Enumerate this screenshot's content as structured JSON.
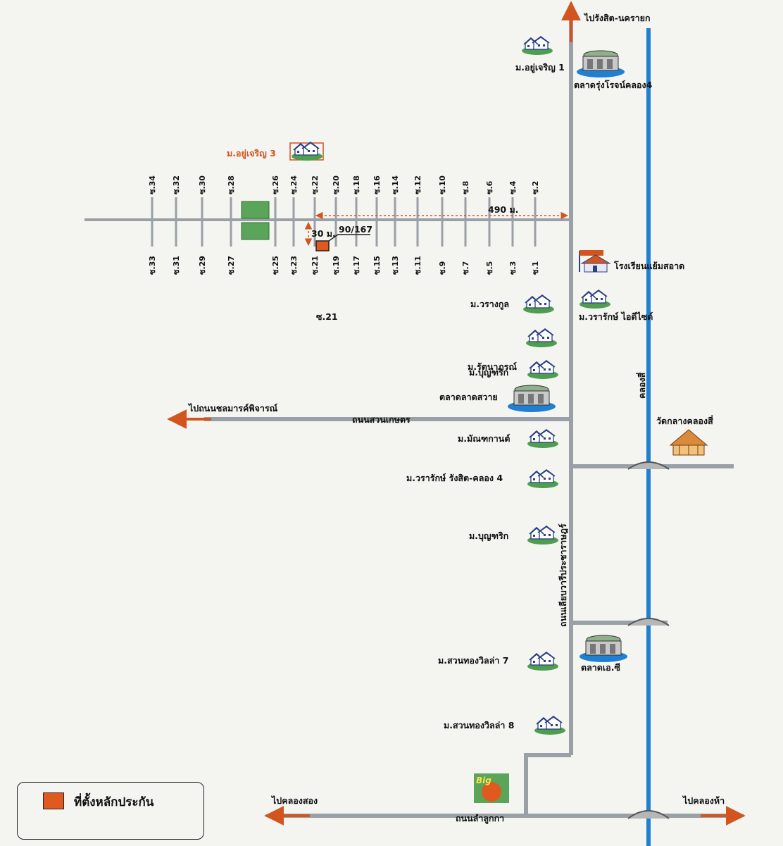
{
  "colors": {
    "road": "#9aa0a6",
    "canal": "#1f7fd1",
    "arrow": "#d2551f",
    "plot": "#e05a1f",
    "green": "#5aa55a",
    "dim": "#d2551f"
  },
  "directions": {
    "north": "ไปรังสิต-นครายก",
    "west": "ไปถนนชลมารค์พิจารณ์",
    "southwest": "ไปคลองสอง",
    "southeast": "ไปคลองห้า"
  },
  "roads": {
    "suan_kaset": "ถนนสวนเกษตร",
    "lam_luk_ka": "ถนนลำลูกกา",
    "main": "ถนนเลียบวารีประชาราษฎร์",
    "canal": "คลองสี่"
  },
  "soi_top": [
    "ซ.34",
    "ซ.32",
    "ซ.30",
    "ซ.28",
    "ซ.26",
    "ซ.24",
    "ซ.22",
    "ซ.20",
    "ซ.18",
    "ซ.16",
    "ซ.14",
    "ซ.12",
    "ซ.10",
    "ซ.8",
    "ซ.6",
    "ซ.4",
    "ซ.2"
  ],
  "soi_bottom": [
    "ซ.33",
    "ซ.31",
    "ซ.29",
    "ซ.27",
    "ซ.25",
    "ซ.23",
    "ซ.21",
    "ซ.19",
    "ซ.17",
    "ซ.15",
    "ซ.13",
    "ซ.11",
    "ซ.9",
    "ซ.7",
    "ซ.5",
    "ซ.3",
    "ซ.1"
  ],
  "soi_extra": "ซ.21",
  "distances": {
    "horizontal": "490 ม.",
    "vertical": "30 ม."
  },
  "plot_number": "90/167",
  "places": {
    "yucharoen1": "ม.อยู่เจริญ 1",
    "market_rungrot": "ตลาดรุ่งโรจน์คลอง4",
    "yucharoen3": "ม.อยู่เจริญ 3",
    "school": "โรงเรียนแย้มสอาด",
    "warangkul": "ม.วรางกูล",
    "wararak_ideal": "ม.วรารักษ์ ไอดีไซด์",
    "rattanaporn": "ม.รัตนาภรณ์",
    "bunnyarik_top": "ม.บุญฑริก",
    "market_latsawai": "ตลาดลาดสวาย",
    "wat": "วัดกลางคลองสี่",
    "manchakan": "ม.มัณฑกานต์",
    "wararak_rangsit": "ม.วรารักษ์ รังสิต-คลอง 4",
    "bunnyarik": "ม.บุญฑริก",
    "market_ac": "ตลาดเอ.ซี",
    "suanthong7": "ม.สวนทองวิลล่า 7",
    "suanthong8": "ม.สวนทองวิลล่า 8",
    "big_c": "Big"
  },
  "legend": {
    "label": "ที่ตั้งหลักประกัน"
  }
}
